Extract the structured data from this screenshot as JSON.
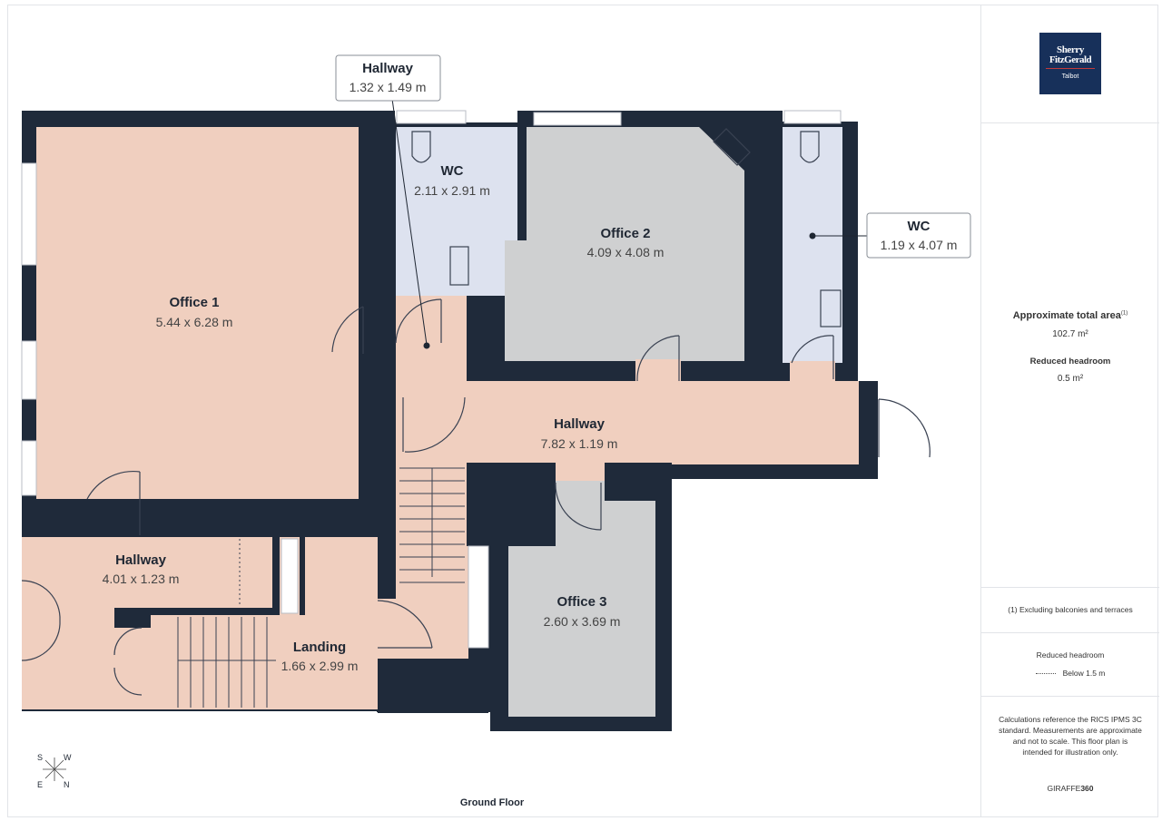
{
  "brand": {
    "line1": "Sherry",
    "line2": "FitzGerald",
    "line3": "Talbot"
  },
  "rooms": [
    {
      "name": "Office 1",
      "dims": "5.44 x 6.28 m"
    },
    {
      "name": "WC",
      "dims": "2.11 x 2.91 m"
    },
    {
      "name": "Office 2",
      "dims": "4.09 x 4.08 m"
    },
    {
      "name": "Hallway",
      "dims": "7.82 x 1.19 m"
    },
    {
      "name": "Hallway",
      "dims": "4.01 x 1.23 m"
    },
    {
      "name": "Landing",
      "dims": "1.66 x 2.99 m"
    },
    {
      "name": "Office 3",
      "dims": "2.60 x 3.69 m"
    }
  ],
  "callouts": [
    {
      "name": "Hallway",
      "dims": "1.32 x 1.49 m"
    },
    {
      "name": "WC",
      "dims": "1.19 x 4.07 m"
    }
  ],
  "compass": {
    "s": "S",
    "w": "W",
    "e": "E",
    "n": "N"
  },
  "floor_label": "Ground Floor",
  "sidebar": {
    "area_title": "Approximate total area",
    "area_sup": "(1)",
    "area_value": "102.7 m²",
    "headroom_title": "Reduced headroom",
    "headroom_value": "0.5 m²",
    "footnote": "(1) Excluding balconies and terraces",
    "legend_title": "Reduced headroom",
    "legend_item": "Below 1.5 m",
    "disclaimer": "Calculations reference the RICS IPMS 3C standard. Measurements are approximate and not to scale. This floor plan is intended for illustration only.",
    "provider_a": "GIRAFFE",
    "provider_b": "360"
  },
  "colors": {
    "wall": "#1f2a3a",
    "office": "#f0cfbf",
    "wc": "#dde2ef",
    "grey_room": "#cfd0d1"
  }
}
